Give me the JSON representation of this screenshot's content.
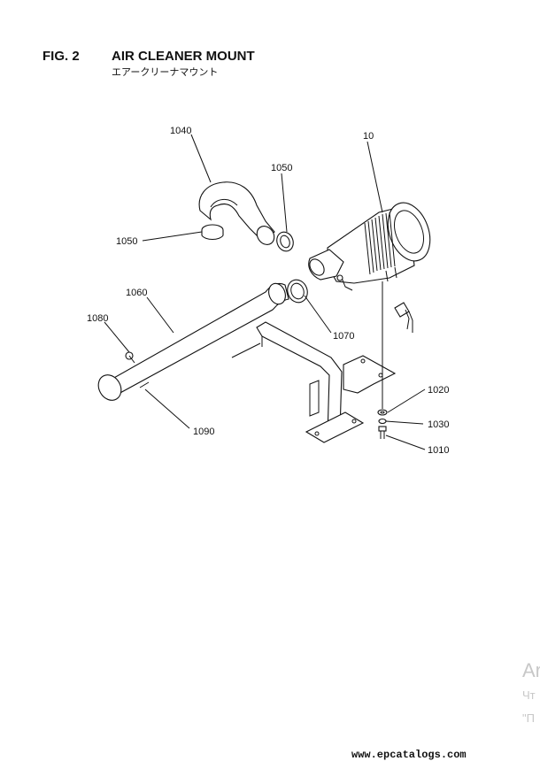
{
  "figure": {
    "number": "FIG. 2",
    "title": "AIR CLEANER MOUNT",
    "subtitle": "エアークリーナマウント"
  },
  "parts": [
    {
      "label": "1040"
    },
    {
      "label": "1050"
    },
    {
      "label": "10"
    },
    {
      "label": "1050"
    },
    {
      "label": "1060"
    },
    {
      "label": "1080"
    },
    {
      "label": "1070"
    },
    {
      "label": "1020"
    },
    {
      "label": "1030"
    },
    {
      "label": "1010"
    },
    {
      "label": "1090"
    }
  ],
  "watermark": {
    "line1": "Ar",
    "line2": "Чт",
    "line3": "\"П"
  },
  "footer": {
    "url": "www.epcatalogs.com"
  }
}
